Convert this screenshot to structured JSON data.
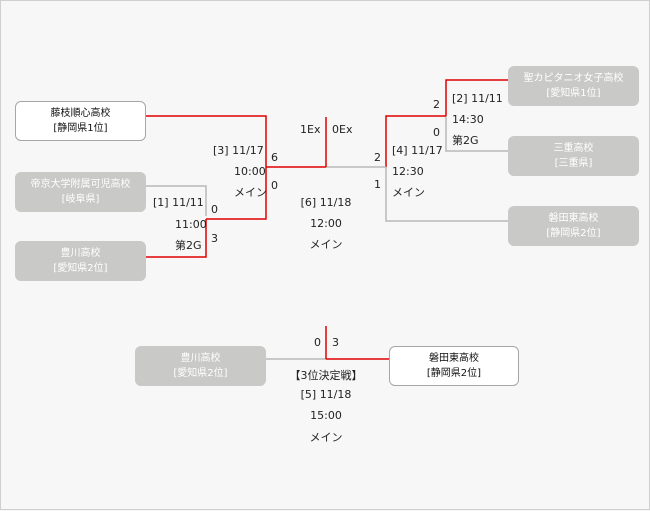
{
  "teams": {
    "fujieda": {
      "name": "藤枝順心高校",
      "seed": "[静岡県1位]"
    },
    "teikyo": {
      "name": "帝京大学附属可児高校",
      "seed": "[岐阜県]"
    },
    "toyokawa": {
      "name": "豊川高校",
      "seed": "[愛知県2位]"
    },
    "seisho": {
      "name": "聖カピタニオ女子高校",
      "seed": "[愛知県1位]"
    },
    "mie": {
      "name": "三重高校",
      "seed": "[三重県]"
    },
    "iwata": {
      "name": "磐田東高校",
      "seed": "[静岡県2位]"
    },
    "third_toyokawa": {
      "name": "豊川高校",
      "seed": "[愛知県2位]"
    },
    "third_iwata": {
      "name": "磐田東高校",
      "seed": "[静岡県2位]"
    }
  },
  "matches": {
    "m1": {
      "id_date": "[1] 11/11",
      "time": "11:00",
      "venue": "第2G",
      "score_top": "0",
      "score_bottom": "3"
    },
    "m2": {
      "id_date": "[2] 11/11",
      "time": "14:30",
      "venue": "第2G",
      "score_top": "2",
      "score_bottom": "0"
    },
    "m3": {
      "id_date": "[3] 11/17",
      "time": "10:00",
      "venue": "メイン",
      "score_top": "6",
      "score_bottom": "0"
    },
    "m4": {
      "id_date": "[4] 11/17",
      "time": "12:30",
      "venue": "メイン",
      "score_top": "2",
      "score_bottom": "1"
    },
    "final": {
      "id_date": "[6] 11/18",
      "time": "12:00",
      "venue": "メイン",
      "score_left": "1Ex",
      "score_right": "0Ex"
    },
    "third": {
      "title": "【3位決定戦】",
      "id_date": "[5] 11/18",
      "time": "15:00",
      "venue": "メイン",
      "score_left": "0",
      "score_right": "3"
    }
  },
  "colors": {
    "win_line": "#e00000",
    "lose_line": "#b8b8b8",
    "lose_box": "#c9c9c7"
  }
}
